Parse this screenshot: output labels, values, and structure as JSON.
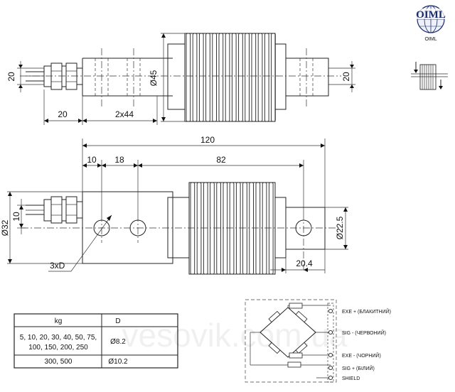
{
  "logo": {
    "text": "OIML",
    "caption": "OIML"
  },
  "top_view": {
    "dims": {
      "height_left": "20",
      "diameter": "Ø45",
      "height_right": "20",
      "cable_len": "20",
      "spacing": "2x44"
    }
  },
  "side_view": {
    "dims": {
      "total": "120",
      "d10": "10",
      "d18": "18",
      "d82": "82",
      "dia32": "Ø32",
      "d10v": "10",
      "dia22_5": "Ø22.5",
      "d20_4": "20.4",
      "holes": "3xD"
    }
  },
  "table": {
    "headers": [
      "kg",
      "D"
    ],
    "rows": [
      {
        "kg": [
          "5, 10, 20, 30, 40, 50, 75,",
          "100, 150, 200, 250"
        ],
        "d": "Ø8.2"
      },
      {
        "kg": [
          "300, 500"
        ],
        "d": "Ø10.2"
      }
    ]
  },
  "wiring": {
    "labels": [
      "EXE + (БЛАКИТНИЙ)",
      "SIG - (ЧЕРВОНИЙ)",
      "EXE - (ЧОРНИЙ)",
      "SIG + (БІЛИЙ)",
      "SHIELD"
    ]
  },
  "watermark": "vesovik.com.ua"
}
